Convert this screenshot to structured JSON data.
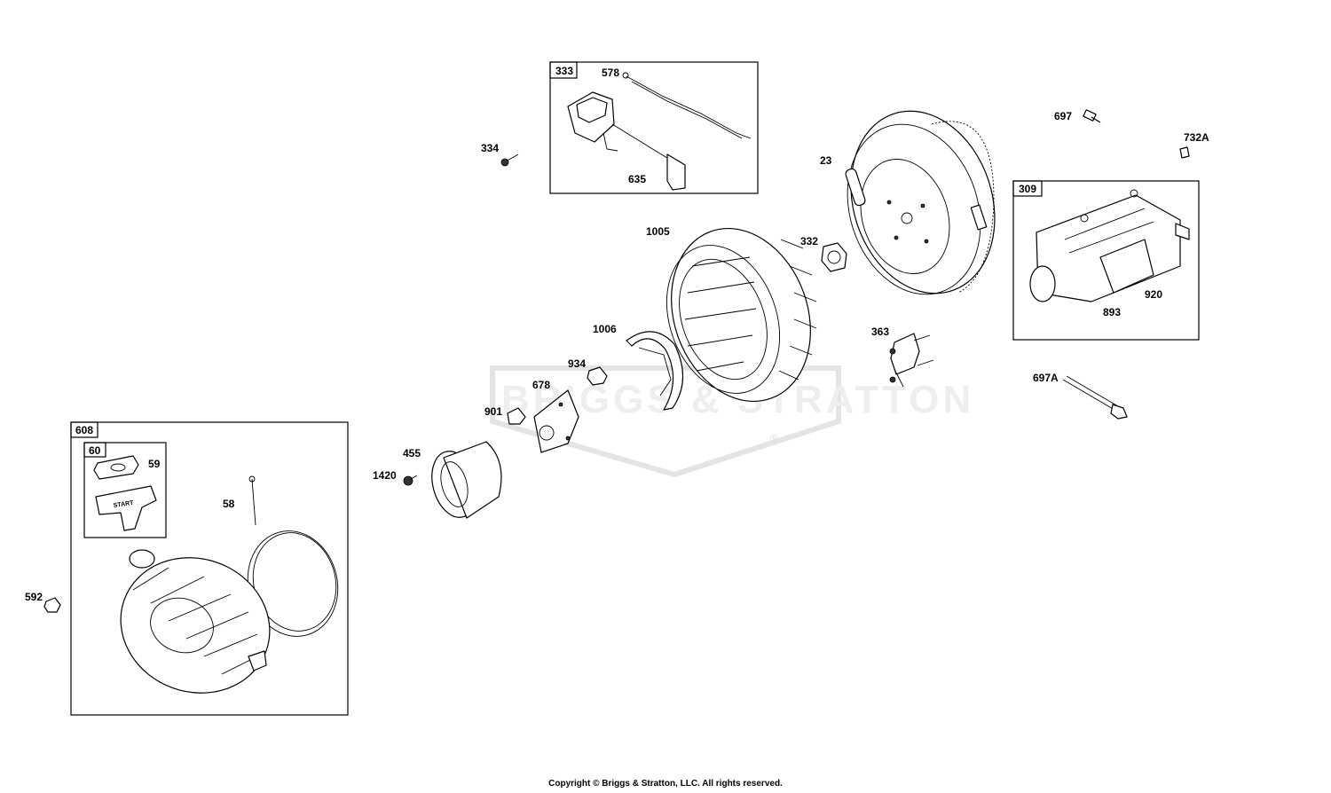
{
  "watermark": {
    "text": "BRIGGS & STRATTON",
    "mark": "®"
  },
  "copyright": "Copyright © Briggs & Stratton, LLC. All rights reserved.",
  "kits": {
    "k333": "333",
    "k309": "309",
    "k608": "608",
    "k60": "60"
  },
  "callouts": {
    "p578": "578",
    "p334": "334",
    "p635": "635",
    "p697": "697",
    "p732A": "732A",
    "p23": "23",
    "p1005": "1005",
    "p332": "332",
    "p920": "920",
    "p893": "893",
    "p363": "363",
    "p1006": "1006",
    "p934": "934",
    "p678": "678",
    "p697A": "697A",
    "p901": "901",
    "p455": "455",
    "p1420": "1420",
    "p59": "59",
    "p58": "58",
    "p592": "592"
  },
  "handle_text": "START"
}
